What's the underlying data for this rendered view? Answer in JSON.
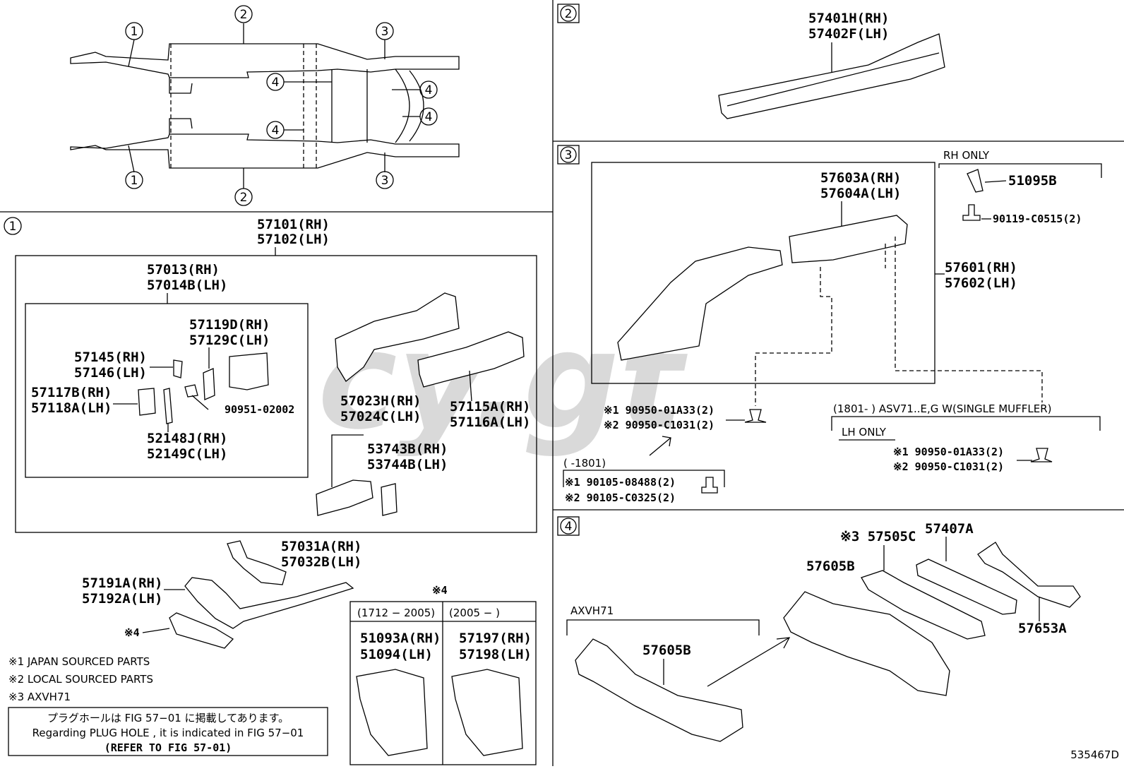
{
  "watermark": "cy.gt",
  "overview": {
    "callouts": [
      "1",
      "2",
      "3",
      "4"
    ]
  },
  "sections": {
    "s1": {
      "number": "1",
      "parts": {
        "p57101": "57101(RH)",
        "p57102": "57102(LH)",
        "p57013": "57013(RH)",
        "p57014": "57014B(LH)",
        "p57119": "57119D(RH)",
        "p57129": "57129C(LH)",
        "p57145": "57145(RH)",
        "p57146": "57146(LH)",
        "p57117": "57117B(RH)",
        "p57118": "57118A(LH)",
        "p90951": "90951-02002",
        "p52148": "52148J(RH)",
        "p52149": "52149C(LH)",
        "p57023": "57023H(RH)",
        "p57024": "57024C(LH)",
        "p57115": "57115A(RH)",
        "p57116": "57116A(LH)",
        "p53743": "53743B(RH)",
        "p53744": "53744B(LH)",
        "p57031": "57031A(RH)",
        "p57032": "57032B(LH)",
        "p57191": "57191A(RH)",
        "p57192": "57192A(LH)",
        "note4mark": "※4"
      },
      "inset": {
        "mark": "※4",
        "col1_range": "(1712 − 2005)",
        "col2_range": "(2005 −       )",
        "col1_rh": "51093A(RH)",
        "col1_lh": "51094(LH)",
        "col2_rh": "57197(RH)",
        "col2_lh": "57198(LH)"
      }
    },
    "s2": {
      "number": "2",
      "parts": {
        "rh": "57401H(RH)",
        "lh": "57402F(LH)"
      }
    },
    "s3": {
      "number": "3",
      "parts": {
        "p57603": "57603A(RH)",
        "p57604": "57604A(LH)",
        "p57601": "57601(RH)",
        "p57602": "57602(LH)",
        "rh_only": "RH ONLY",
        "p51095": "51095B",
        "p90119": "90119-C0515(2)",
        "bolt1a": "※1 90950-01A33(2)",
        "bolt1b": "※2 90950-C1031(2)",
        "range_1801": "(        -1801)",
        "bolt2a": "※1 90105-08488(2)",
        "bolt2b": "※2 90105-C0325(2)",
        "asv_note": "(1801-        ) ASV71..E,G W(SINGLE MUFFLER)",
        "lh_only": "LH ONLY",
        "bolt3a": "※1 90950-01A33(2)",
        "bolt3b": "※2 90950-C1031(2)"
      }
    },
    "s4": {
      "number": "4",
      "parts": {
        "p57505": "※3 57505C",
        "p57407": "57407A",
        "p57605a": "57605B",
        "p57653": "57653A",
        "axvh": "AXVH71",
        "p57605b": "57605B"
      }
    }
  },
  "notes": {
    "n1": "※1 JAPAN SOURCED PARTS",
    "n2": "※2 LOCAL SOURCED PARTS",
    "n3": "※3 AXVH71",
    "jp": "プラグホールは FIG 57−01 に掲載してあります。",
    "en": "Regarding  PLUG  HOLE , it is indicated in  FIG  57−01",
    "ref": "(REFER TO FIG 57-01)"
  },
  "figure_id": "535467D"
}
